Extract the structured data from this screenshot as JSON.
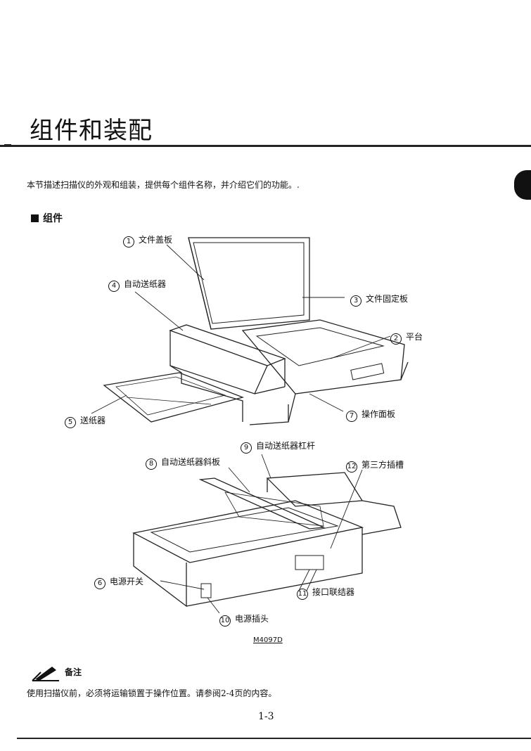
{
  "page": {
    "title": "组件和装配",
    "intro": "本节描述扫描仪的外观和组装，提供每个组件名称，并介绍它们的功能。.",
    "section_heading": "组件",
    "figure_code": "M4097D",
    "note_label": "备注",
    "note_text": "使用扫描仪前，必须将运输锁置于操作位置。请参阅2-4页的内容。",
    "page_number": "1-3"
  },
  "callouts": [
    {
      "num": "1",
      "label": "文件盖板"
    },
    {
      "num": "2",
      "label": "平台"
    },
    {
      "num": "3",
      "label": "文件固定板"
    },
    {
      "num": "4",
      "label": "自动送纸器"
    },
    {
      "num": "5",
      "label": "送纸器"
    },
    {
      "num": "6",
      "label": "电源开关"
    },
    {
      "num": "7",
      "label": "操作面板"
    },
    {
      "num": "8",
      "label": "自动送纸器斜板"
    },
    {
      "num": "9",
      "label": "自动送纸器杠杆"
    },
    {
      "num": "10",
      "label": "电源插头"
    },
    {
      "num": "11",
      "label": "接口联结器"
    },
    {
      "num": "12",
      "label": "第三方插槽"
    }
  ],
  "icons": {
    "note": "pencil-note-icon",
    "section": "square-bullet-icon",
    "edge_tab": "chapter-tab"
  }
}
